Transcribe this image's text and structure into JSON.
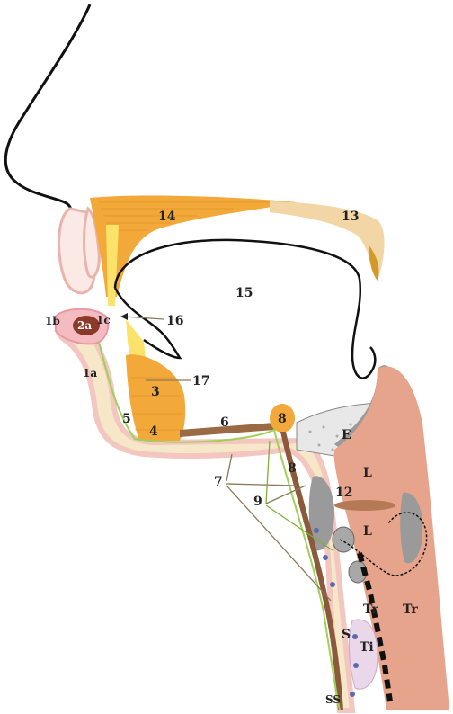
{
  "labels": {
    "l1a": "1a",
    "l1b": "1b",
    "l1c": "1c",
    "l2a": "2a",
    "l3": "3",
    "l4": "4",
    "l5": "5",
    "l6": "6",
    "l7": "7",
    "l8a": "8",
    "l8b": "8",
    "l9": "9",
    "l12": "12",
    "l13": "13",
    "l14": "14",
    "l15": "15",
    "l16": "16",
    "l17": "17",
    "lE": "E",
    "lL1": "L",
    "lL2": "L",
    "lTr1": "Tr",
    "lTr2": "Tr",
    "lTi": "Ti",
    "lS": "S",
    "lSS": "SS"
  },
  "colors": {
    "bone_orange": "#f2a93a",
    "bone_light": "#f5d9a6",
    "skin_pink": "#f3c6c0",
    "muscle_red": "#e8a08a",
    "larynx": "#e7a48c",
    "cartilage_gray": "#9a9a9a",
    "leader_brown": "#8a7a5a",
    "leader_green": "#7fae3a"
  }
}
